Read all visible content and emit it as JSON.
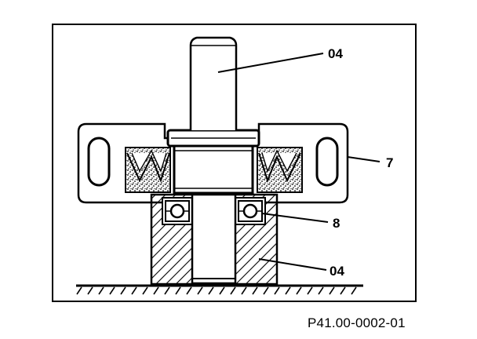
{
  "figure": {
    "code": "P41.00-0002-01"
  },
  "callouts": [
    {
      "id": "shaft",
      "label": "04"
    },
    {
      "id": "bracket",
      "label": "7"
    },
    {
      "id": "bearing",
      "label": "8"
    },
    {
      "id": "support",
      "label": "04"
    }
  ],
  "colors": {
    "line": "#000000",
    "background": "#ffffff"
  }
}
